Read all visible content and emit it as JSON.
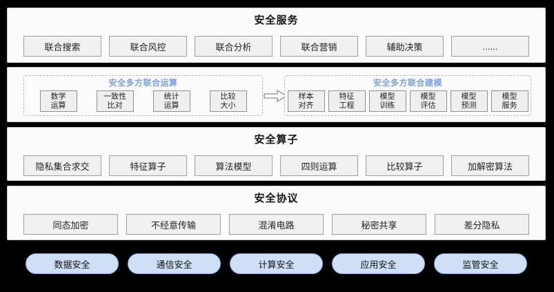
{
  "colors": {
    "page_background": "#000000",
    "section_background": "#fbfbfb",
    "section_border": "#c9c9c9",
    "box_background": "#f1f1f1",
    "box_border": "#9e9e9e",
    "accent_blue_title": "#7ba1e0",
    "pill_background": "#cfe0f6",
    "pill_border": "#87ace0"
  },
  "service_layer": {
    "title": "安全服务",
    "boxes": [
      "联合搜索",
      "联合风控",
      "联合分析",
      "联合营销",
      "辅助决策",
      "......"
    ]
  },
  "joint_layer": {
    "left_panel": {
      "title": "安全多方联合运算",
      "boxes": [
        "数学\n运算",
        "一致性\n比对",
        "统计\n运算",
        "比较\n大小"
      ]
    },
    "arrow_icon": "right-arrow",
    "right_panel": {
      "title": "安全多方联合建模",
      "boxes": [
        "样本\n对齐",
        "特征\n工程",
        "模型\n训练",
        "模型\n评估",
        "模型\n预测",
        "模型\n服务"
      ]
    }
  },
  "operator_layer": {
    "title": "安全算子",
    "boxes": [
      "隐私集合求交",
      "特征算子",
      "算法模型",
      "四则运算",
      "比较算子",
      "加解密算法"
    ]
  },
  "protocol_layer": {
    "title": "安全协议",
    "boxes": [
      "同态加密",
      "不经意传输",
      "混淆电路",
      "秘密共享",
      "差分隐私"
    ]
  },
  "pills": {
    "items": [
      "数据安全",
      "通信安全",
      "计算安全",
      "应用安全",
      "监管安全"
    ]
  }
}
